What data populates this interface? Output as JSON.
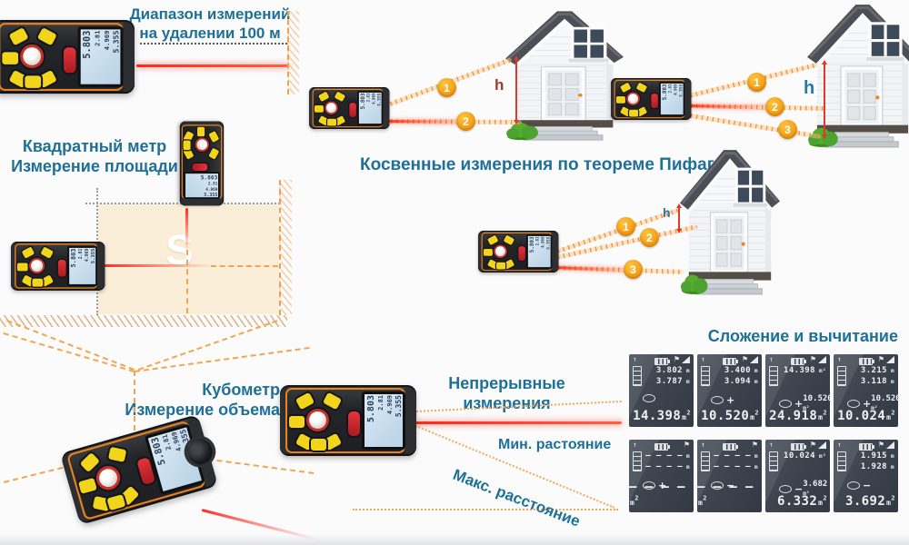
{
  "colors": {
    "accent_blue": "#1e7096",
    "laser_red": "#ff2418",
    "beam_orange": "#f0a04e",
    "badge_orange": "#f6a21d",
    "area_fill": "#fbeed8",
    "lcd_panel_bg": "#3d444e"
  },
  "labels": {
    "range_line1": "Диапазон измерений",
    "range_line2": "на удалении 100 м",
    "area_line1": "Квадратный метр",
    "area_line2": "Измерение площади",
    "area_symbol": "S",
    "pythagoras_title": "Косвенные измерения по теореме Пифагора",
    "volume_line1": "Кубометр",
    "volume_line2": "Измерение объема",
    "continuous_title": "Непрерывные измерения",
    "min_distance": "Мин. растояние",
    "max_distance": "Макс. расстояние",
    "addsub_title": "Сложение и вычитание"
  },
  "pythagoras": {
    "scenes": [
      {
        "badges": [
          "1",
          "2"
        ],
        "h": "h"
      },
      {
        "badges": [
          "1",
          "2",
          "3"
        ],
        "h": "h"
      },
      {
        "badges": [
          "1",
          "2",
          "3"
        ],
        "h": "h"
      }
    ]
  },
  "device_screen": {
    "lines": [
      "5.803",
      "2.81",
      "4.969",
      "5.355"
    ]
  },
  "addsub_panels": [
    {
      "top": [
        "3.802 m",
        "3.787 m"
      ],
      "op": "",
      "op_value": "",
      "result": "14.398",
      "result_unit": "m²",
      "signal": true
    },
    {
      "top": [
        "3.400 m",
        "3.094 m"
      ],
      "op": "+",
      "op_value": "",
      "result": "10.520",
      "result_unit": "m²",
      "signal": true
    },
    {
      "top": [
        "14.398 m²"
      ],
      "op": "+",
      "op_value": "10.520 m²",
      "result": "24.918",
      "result_unit": "m²",
      "signal": true
    },
    {
      "top": [
        "3.215 m",
        "3.118 m"
      ],
      "op": "+",
      "op_value": "10.520 m²",
      "result": "10.024",
      "result_unit": "m²",
      "signal": true
    },
    {
      "top": [
        "– – – – m",
        "– – – – m"
      ],
      "op": "+",
      "op_value": "",
      "result": "– – – –",
      "result_unit": "m²",
      "signal": false
    },
    {
      "top": [
        "– – – – m",
        "– – – – m"
      ],
      "op": "−",
      "op_value": "",
      "result": "– – – –",
      "result_unit": "m²",
      "signal": false
    },
    {
      "top": [
        "10.024 m²"
      ],
      "op": "−",
      "op_value": "3.682 m²",
      "result": "6.332",
      "result_unit": "m²",
      "signal": true
    },
    {
      "top": [
        "1.915 m",
        "1.928 m"
      ],
      "op": "−",
      "op_value": "",
      "result": "3.692",
      "result_unit": "m²",
      "signal": true
    }
  ]
}
